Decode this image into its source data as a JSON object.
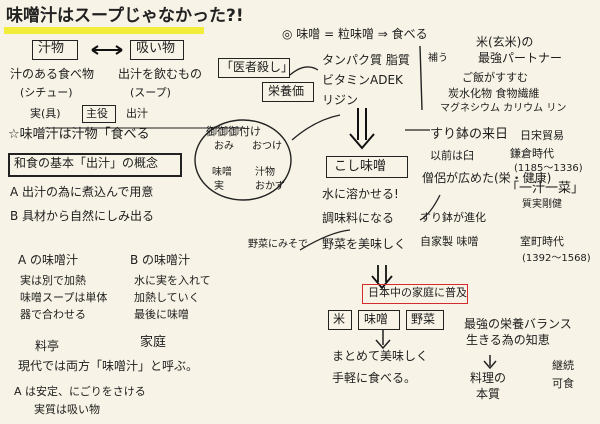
{
  "title": "味噌汁はスープじゃなかった?!",
  "left": {
    "shirumono": "汁物",
    "suimono": "吸い物",
    "shirumono_desc": "汁のある食べ物",
    "shirumono_read": "(シチュー)",
    "suimono_desc": "出汁を飲むもの",
    "suimono_read": "(スープ)",
    "main_side_a": "実(具)",
    "main_side_b": "主役",
    "main_side_c": "出汁",
    "conclusion": "☆味噌汁は汁物「食べる",
    "basic_title": "和食の基本「出汁」の概念",
    "basic_a": "A 出汁の為に煮込んで用意",
    "basic_b": "B 具材から自然にしみ出る",
    "misoshiru_a": "A の味噌汁",
    "misoshiru_a_1": "実は別で加熱",
    "misoshiru_a_2": "味噌スープは単体",
    "misoshiru_a_3": "器で合わせる",
    "misoshiru_b": "B の味噌汁",
    "misoshiru_b_1": "水に実を入れて",
    "misoshiru_b_2": "加熱していく",
    "misoshiru_b_3": "最後に味噌",
    "ryotei": "料亭",
    "katei": "家庭",
    "both_names": "現代では両方「味噌汁」と呼ぶ。",
    "a_note": "A は安定、にごりをさける",
    "a_note2": "実質は吸い物"
  },
  "center": {
    "omiotsuke": "御御御付け",
    "omi": "おみ",
    "otsuke": "おつけ",
    "misojitsu": "味噌",
    "jitsu": "実",
    "shiru": "汁物",
    "okazu": "おかず",
    "isha": "「医者殺し」",
    "eiyou": "栄養価",
    "nutrients": "タンパク質 脂質",
    "vitamins": "ビタミンADEK",
    "lysine": "リジン",
    "koshimiso": "こし味噌",
    "mizu": "水に溶かせる!",
    "chomi": "調味料になる",
    "yasai": "野菜を美味しく",
    "yasai_miso": "野菜にみそで",
    "surubachi_note": "すり鉢が進化",
    "jisei": "自家製 味噌",
    "spread": "日本中の家庭に普及",
    "kome": "米",
    "miso": "味噌",
    "yasai2": "野菜",
    "matome": "まとめて美味しく",
    "tegaru": "手軽に食べる。"
  },
  "right": {
    "formula": "◎ 味噌 = 粒味噌 ⇒ 食べる",
    "kome_title": "米(玄米)の",
    "kome_title2": "最強パートナー",
    "ketsu": "補う",
    "gohan": "ご飯がすすむ",
    "carbs": "炭水化物 食物繊維",
    "minerals": "マグネシウム カリウム リン",
    "surubachi": "すり鉢の来日",
    "before": "以前は臼",
    "nichiso": "日宋貿易",
    "kamakura": "鎌倉時代",
    "kamakura_yr": "(1185〜1336)",
    "monks": "僧侶が広めた(栄・健康)",
    "ichiju": "「一汁一菜」",
    "shitsujitsu": "質実剛健",
    "muromachi": "室町時代",
    "muromachi_yr": "(1392〜1568)",
    "saikyou": "最強の栄養バランス",
    "ikiru": "生きる為の知恵",
    "ryori": "料理の",
    "honshitsu": "本質",
    "keizoku": "継続",
    "kashoku": "可食"
  }
}
